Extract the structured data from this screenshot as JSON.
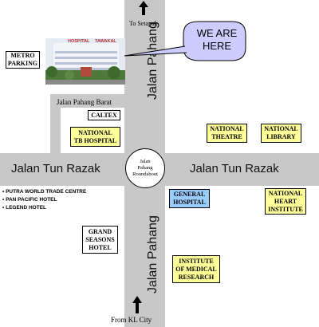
{
  "roads": {
    "north_label": "Jalan Pahang",
    "south_label": "Jalan Pahang",
    "west_label": "Jalan Tun Razak",
    "east_label": "Jalan Tun Razak",
    "barat_label": "Jalan Pahang Barat"
  },
  "directions": {
    "north": "To Setapak",
    "south": "From KL City"
  },
  "roundabout": [
    "Jalan",
    "Pahang",
    "Roundabout"
  ],
  "callout": [
    "WE ARE",
    "HERE"
  ],
  "photo": {
    "sign_left": "HOSPITAL",
    "sign_right": "TAWAKAL"
  },
  "places": {
    "metro_parking": [
      "METRO",
      "PARKING"
    ],
    "caltex": "CALTEX",
    "tb_hospital": [
      "NATIONAL",
      "TB HOSPITAL"
    ],
    "national_theatre": [
      "NATIONAL",
      "THEATRE"
    ],
    "national_library": [
      "NATIONAL",
      "LIBRARY"
    ],
    "general_hospital": [
      "GENERAL",
      "HOSPITAL"
    ],
    "heart_institute": [
      "NATIONAL",
      "HEART",
      "INSTITUTE"
    ],
    "grand_seasons": [
      "GRAND",
      "SEASONS",
      "HOTEL"
    ],
    "medical_research": [
      "INSTITUTE",
      "OF MEDICAL",
      "RESEARCH"
    ]
  },
  "landmarks_list": [
    "PUTRA WORLD TRADE CENTRE",
    "PAN PACIFIC HOTEL",
    "LEGEND HOTEL"
  ],
  "colors": {
    "road": "#c8c8c8",
    "yellow_box": "#ffff99",
    "blue_box": "#99ccff",
    "callout_fill": "#ccccff"
  }
}
